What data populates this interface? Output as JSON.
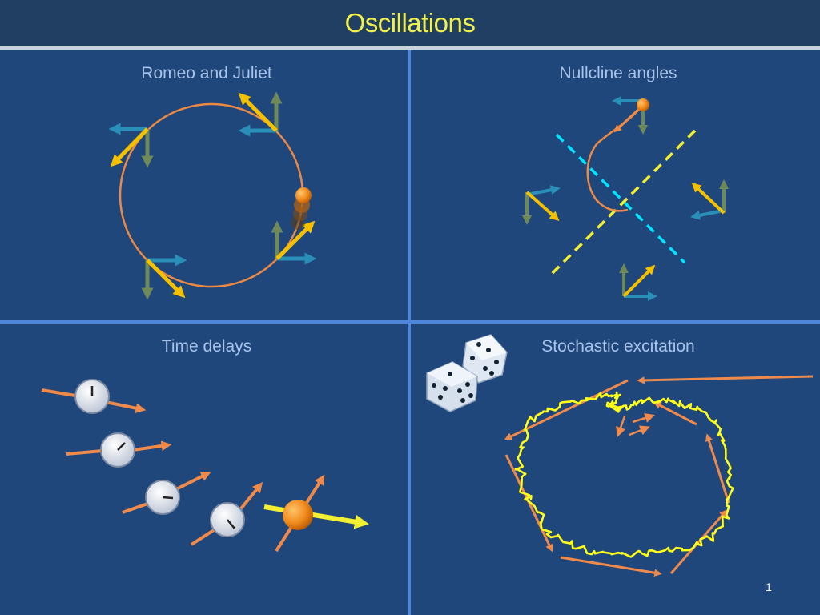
{
  "slide": {
    "title": "Oscillations",
    "page_number": "1"
  },
  "panels": {
    "top_left": "Romeo and Juliet",
    "top_right": "Nullcline angles",
    "bottom_left": "Time delays",
    "bottom_right": "Stochastic excitation"
  },
  "colors": {
    "background": "#1f477b",
    "header": "#213f63",
    "title": "#f2f04a",
    "divider": "#4f86d9",
    "label": "#a8c3ea",
    "arrow_yellow": "#f5c000",
    "arrow_teal": "#2a8fb8",
    "arrow_green": "#6f8a58",
    "arrow_orange": "#f08a4b",
    "orbit": "#ec8a44",
    "ball": "#f08a1c",
    "nullcline_cyan": "#00e5ff",
    "nullcline_yellow": "#f3f032",
    "noisy_trace": "#ffff1a"
  }
}
